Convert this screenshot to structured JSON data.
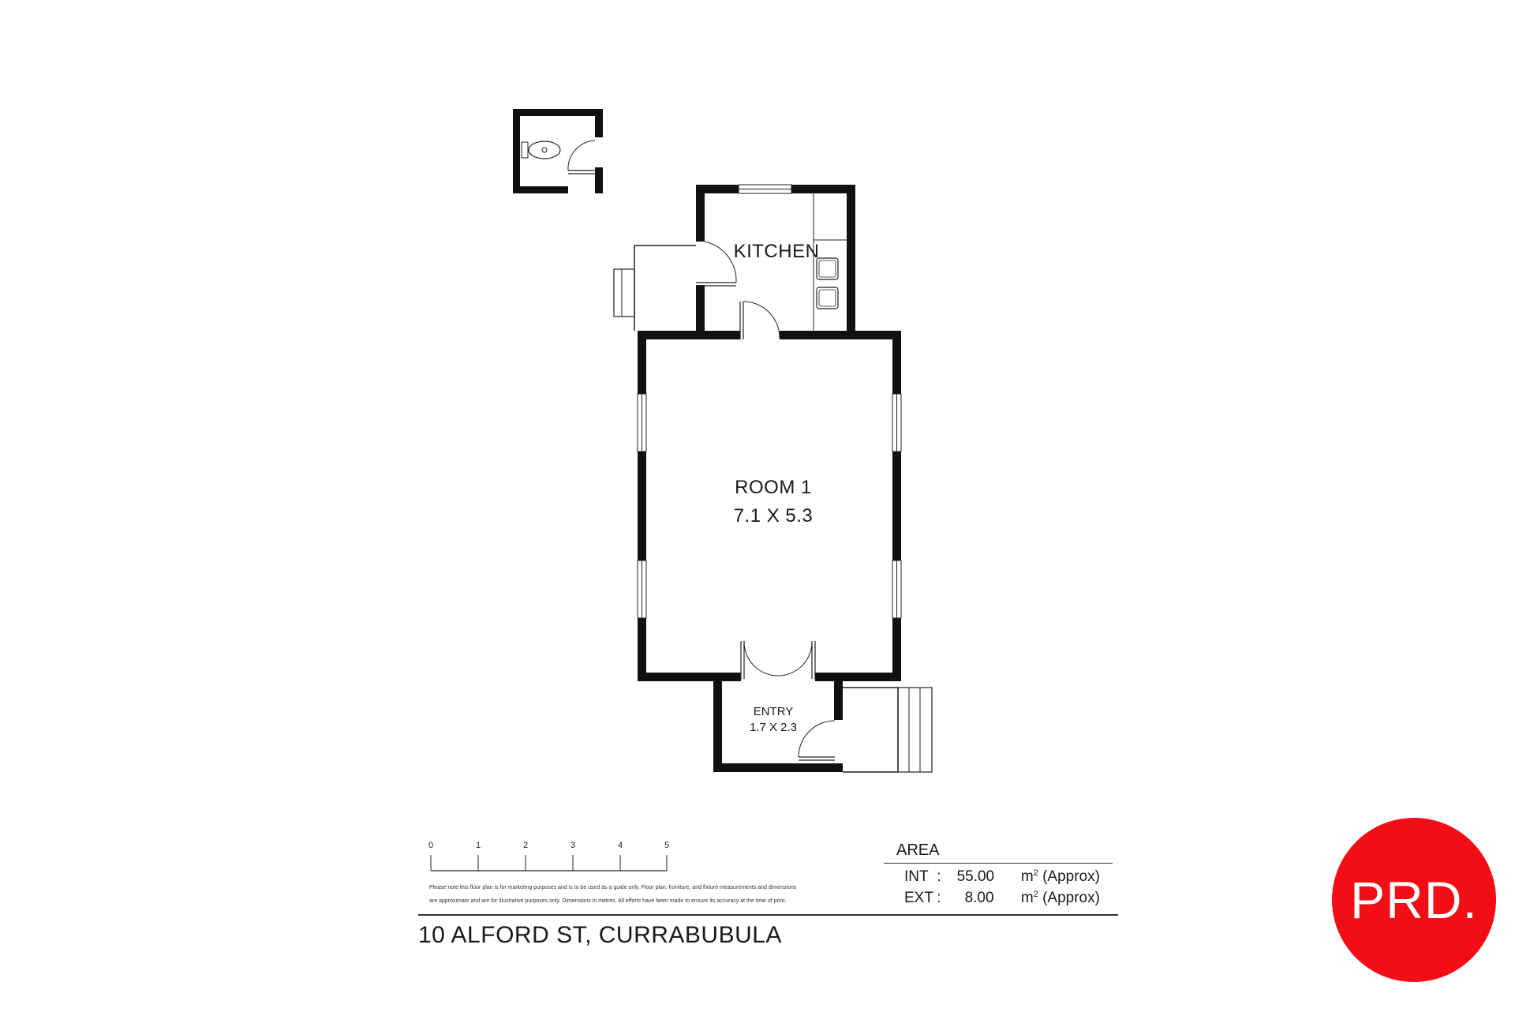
{
  "rooms": {
    "kitchen": {
      "name": "KITCHEN"
    },
    "room1": {
      "name": "ROOM 1",
      "dims": "7.1 X 5.3"
    },
    "entry": {
      "name": "ENTRY",
      "dims": "1.7 X 2.3"
    }
  },
  "scale": {
    "ticks": [
      "0",
      "1",
      "2",
      "3",
      "4",
      "5"
    ]
  },
  "disclaimer": {
    "line1": "Please note this floor plan is for marketing purposes and is to be used as a guide only. Floor plan, furniture, and fixture measurements and dimensions",
    "line2": "are approximate and are for illustrative purposes only. Dimensions in metres. All efforts have been made to ensure its accuracy at the time of print."
  },
  "area": {
    "title": "AREA",
    "rows": [
      {
        "label": "INT",
        "sep": ":",
        "value": "55.00",
        "unit": "m",
        "sup": "2",
        "note": "(Approx)"
      },
      {
        "label": "EXT",
        "sep": ":",
        "value": "8.00",
        "unit": "m",
        "sup": "2",
        "note": "(Approx)"
      }
    ]
  },
  "address": "10 ALFORD ST, CURRABUBULA",
  "logo": {
    "text": "PRD.",
    "color": "#f30d14"
  },
  "colors": {
    "wall": "#111111",
    "line": "#333333"
  }
}
